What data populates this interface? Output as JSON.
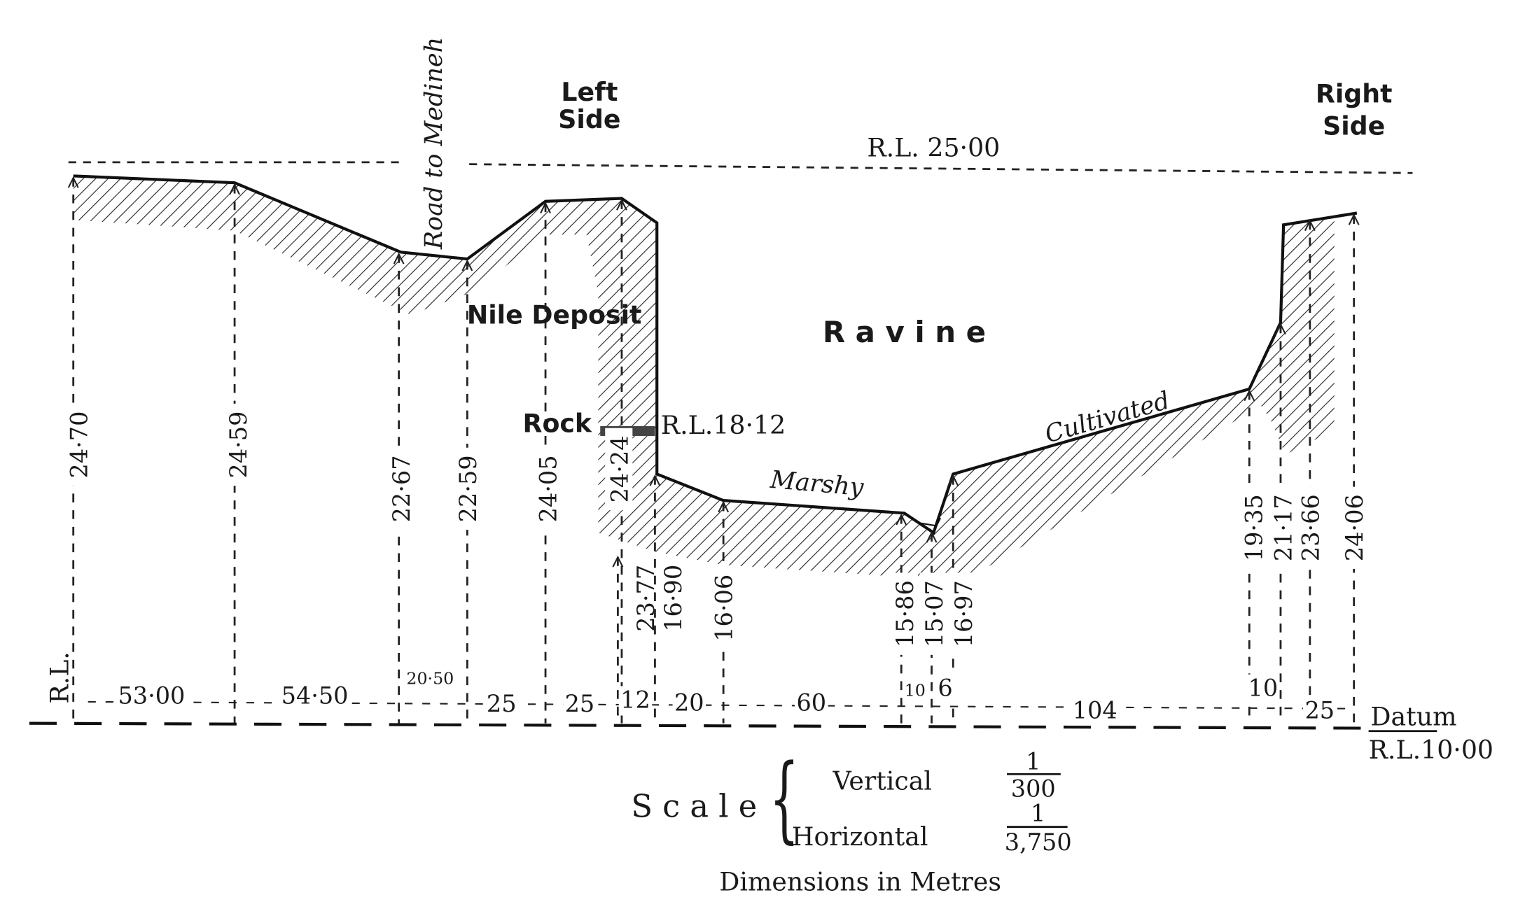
{
  "title_left": [
    "Left",
    "Side"
  ],
  "title_right": [
    "Right",
    "Side"
  ],
  "reference_top": "R.L. 25·00",
  "road_label": "Road to Medineh",
  "ravine_label": "R a v i n e",
  "nile_deposit_label": "Nile Deposit",
  "rock_label": "Rock",
  "rock_level": "R.L.18·12",
  "marshy_label": "Marshy",
  "cultivated_label": "Cultivated",
  "rl_label": "R.L.",
  "datum_label": "Datum",
  "datum_level": "R.L.10·00",
  "elevations": [
    "24·70",
    "24·59",
    "22·67",
    "22·59",
    "24·05",
    "24·24",
    "23·77",
    "16·90",
    "16·06",
    "15·86",
    "15·07",
    "16·97",
    "19·35",
    "21·17",
    "23·66",
    "24·06"
  ],
  "distances": [
    "53·00",
    "54·50",
    "20·50",
    "25",
    "25",
    "12",
    "20",
    "60",
    "10",
    "6",
    "104",
    "10",
    "25"
  ],
  "scale": {
    "label": "S c a l e",
    "vertical_label": "Vertical",
    "vertical_num": "1",
    "vertical_den": "300",
    "horizontal_label": "Horizontal",
    "horizontal_num": "1",
    "horizontal_den": "3,750",
    "note": "Dimensions in Metres"
  }
}
